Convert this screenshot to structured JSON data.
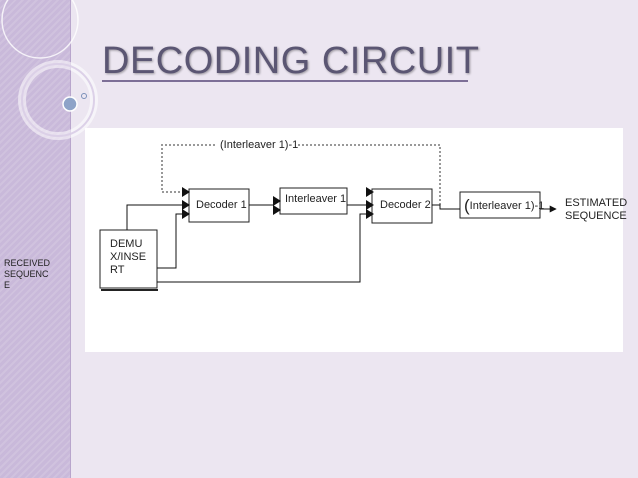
{
  "slide": {
    "title": "DECODING CIRCUIT"
  },
  "diagram": {
    "input_label": "RECEIVED SEQUENC E",
    "input_lines": [
      "RECEIVED",
      "SEQUENC",
      "E"
    ],
    "demux_lines": [
      "DEMU",
      "X/INSE",
      "RT"
    ],
    "decoder1": "Decoder 1",
    "interleaver": "Interleaver 1",
    "decoder2": "Decoder 2",
    "deinterleaver_paren": "(",
    "deinterleaver_text": "Interleaver 1)-1",
    "feedback": "(Interleaver 1)-1",
    "output_lines": [
      "ESTIMATED",
      "SEQUENCE"
    ]
  },
  "colors": {
    "background": "#ece6f1",
    "strip": "#c9b9da",
    "title": "#5b5673",
    "feedback_dash": "#999999"
  }
}
